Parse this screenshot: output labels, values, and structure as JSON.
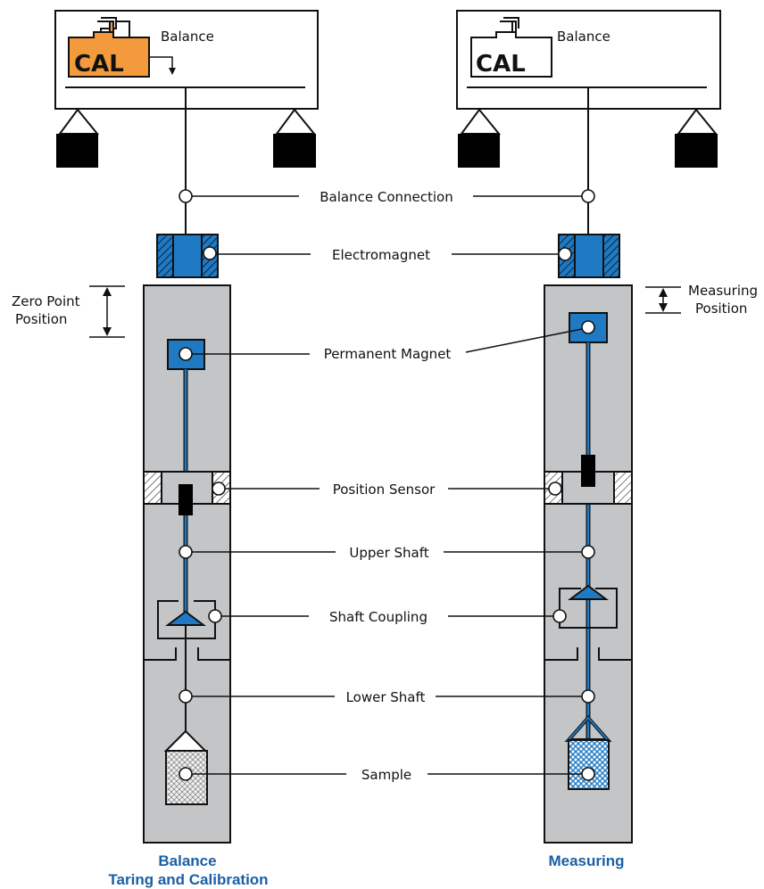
{
  "labels": {
    "balance_left": "Balance",
    "balance_right": "Balance",
    "cal_left": "CAL",
    "cal_right": "CAL",
    "balance_connection": "Balance Connection",
    "electromagnet": "Electromagnet",
    "permanent_magnet": "Permanent Magnet",
    "position_sensor": "Position Sensor",
    "upper_shaft": "Upper Shaft",
    "shaft_coupling": "Shaft Coupling",
    "lower_shaft": "Lower Shaft",
    "sample": "Sample",
    "zero_point_line1": "Zero Point",
    "zero_point_line2": "Position",
    "measuring_pos_line1": "Measuring",
    "measuring_pos_line2": "Position"
  },
  "captions": {
    "left_line1": "Balance",
    "left_line2": "Taring and Calibration",
    "right": "Measuring"
  },
  "colors": {
    "accent_blue": "#1f7ac3",
    "caption_blue": "#1a5fa6",
    "cal_orange": "#f39a3c",
    "column_gray": "#c4c5c7"
  }
}
